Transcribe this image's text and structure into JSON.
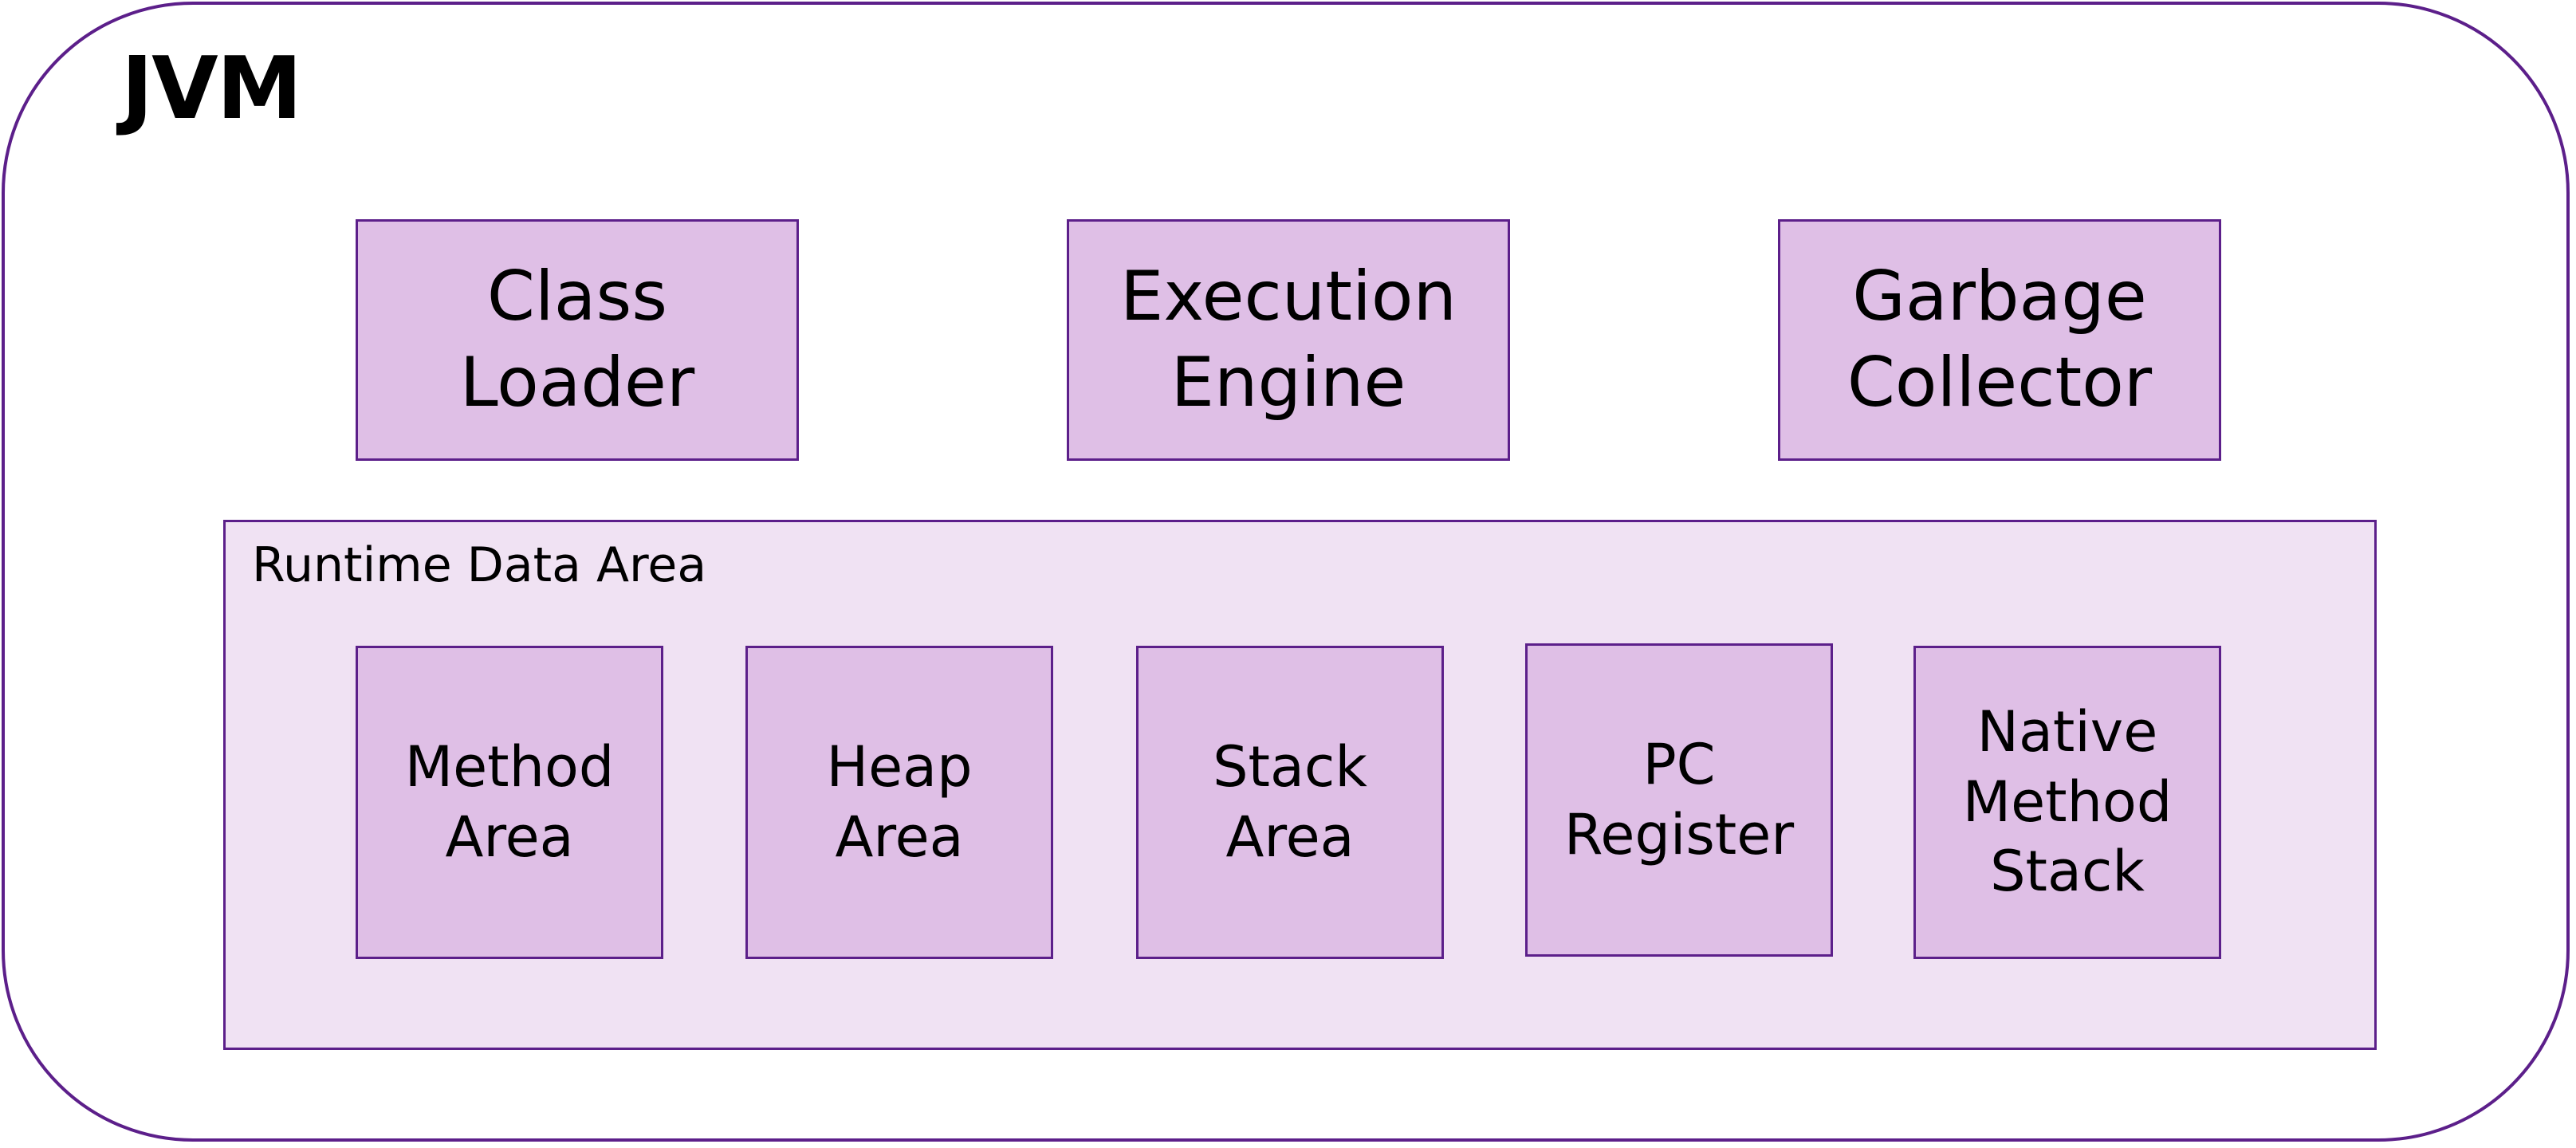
{
  "diagram": {
    "title": "JVM",
    "top_components": [
      {
        "label": "Class\nLoader"
      },
      {
        "label": "Execution\nEngine"
      },
      {
        "label": "Garbage\nCollector"
      }
    ],
    "runtime_data_area": {
      "label": "Runtime Data Area",
      "areas": [
        {
          "label": "Method\nArea"
        },
        {
          "label": "Heap\nArea"
        },
        {
          "label": "Stack\nArea"
        },
        {
          "label": "PC\nRegister"
        },
        {
          "label": "Native\nMethod\nStack"
        }
      ]
    }
  },
  "colors": {
    "border": "#5c1f8a",
    "box_fill": "#dfbfe6",
    "runtime_fill": "#f0e2f3"
  }
}
